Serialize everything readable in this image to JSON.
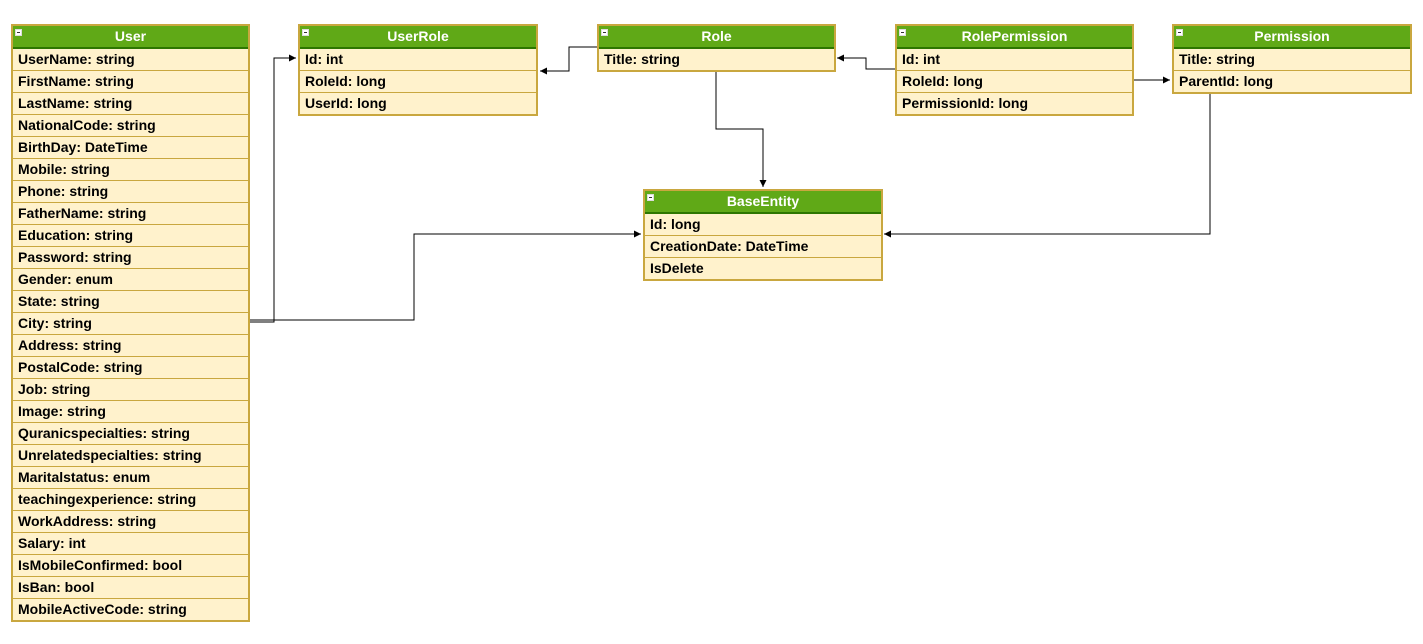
{
  "colors": {
    "header_fill": "#60a917",
    "header_border": "#2d7600",
    "body_fill": "#fff2cc",
    "body_border": "#c9a73f",
    "connector": "#000000"
  },
  "icons": {
    "collapse": "collapse-icon"
  },
  "entities": {
    "user": {
      "title": "User",
      "attributes": [
        "UserName: string",
        "FirstName: string",
        "LastName: string",
        "NationalCode: string",
        "BirthDay: DateTime",
        "Mobile: string",
        "Phone: string",
        "FatherName: string",
        "Education: string",
        "Password: string",
        "Gender: enum",
        "State: string",
        "City: string",
        "Address: string",
        "PostalCode: string",
        "Job: string",
        "Image: string",
        "Quranicspecialties: string",
        "Unrelatedspecialties: string",
        "Maritalstatus: enum",
        "teachingexperience: string",
        "WorkAddress: string",
        "Salary: int",
        "IsMobileConfirmed: bool",
        "IsBan: bool",
        "MobileActiveCode: string"
      ]
    },
    "userrole": {
      "title": "UserRole",
      "attributes": [
        "Id: int",
        "RoleId: long",
        "UserId: long"
      ]
    },
    "role": {
      "title": "Role",
      "attributes": [
        "Title: string"
      ]
    },
    "rolepermission": {
      "title": "RolePermission",
      "attributes": [
        "Id: int",
        "RoleId: long",
        "PermissionId: long"
      ]
    },
    "permission": {
      "title": "Permission",
      "attributes": [
        "Title: string",
        "ParentId: long"
      ]
    },
    "baseentity": {
      "title": "BaseEntity",
      "attributes": [
        "Id: long",
        "CreationDate: DateTime",
        "IsDelete"
      ]
    }
  },
  "relations": [
    {
      "from": "user",
      "to": "userrole"
    },
    {
      "from": "user",
      "to": "baseentity"
    },
    {
      "from": "role",
      "to": "userrole"
    },
    {
      "from": "role",
      "to": "baseentity"
    },
    {
      "from": "rolepermission",
      "to": "role"
    },
    {
      "from": "rolepermission",
      "to": "permission"
    },
    {
      "from": "permission",
      "to": "baseentity"
    }
  ]
}
